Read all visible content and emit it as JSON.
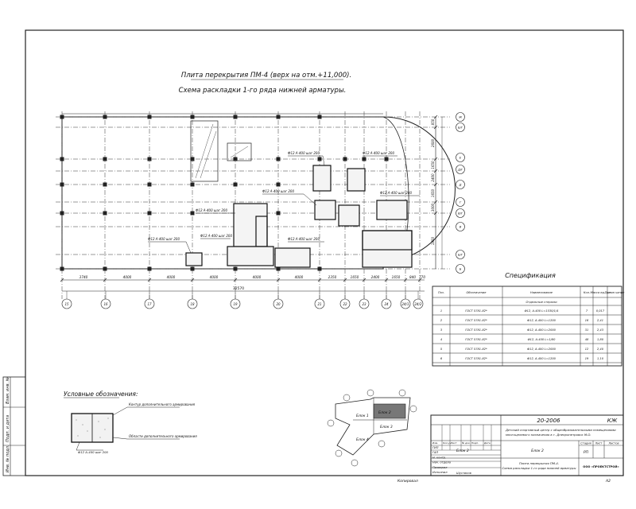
{
  "title": {
    "line1": "Плита перекрытия ПМ-4 (верх на отм.+11,000).",
    "line2": "Схема раскладки 1-го ряда нижней арматуры."
  },
  "grid_columns": [
    "15",
    "16",
    "17",
    "18",
    "19",
    "20",
    "21",
    "22",
    "23",
    "24",
    "24/1",
    "24/2"
  ],
  "grid_rows": [
    "Ж",
    "Б/Г",
    "Е",
    "Д/Г",
    "Д",
    "Г",
    "В/Г",
    "В",
    "Б/Г",
    "Б"
  ],
  "dimensions_bottom": [
    "3740",
    "4000",
    "4000",
    "4000",
    "4000",
    "4000",
    "2350",
    "1650",
    "2400",
    "1650",
    "840",
    "770"
  ],
  "dimension_total": "32570",
  "dimensions_right": [
    "850",
    "2600",
    "1650",
    "2400",
    "1650",
    "3000",
    "1850"
  ],
  "rebar_label": "Ф12 А-400 шаг 200",
  "spec": {
    "title": "Спецификация",
    "headers": [
      "Поз.",
      "Обозначение",
      "Наименование",
      "Кол.",
      "Масса ед., кг",
      "Приме-чание"
    ],
    "group": "Отдельные стержни",
    "rows": [
      {
        "pos": "1",
        "doc": "ГОСТ 5781-82*",
        "name": "Ф12, А-400 L=1530/1/4",
        "qty": "7",
        "mass": "0,017"
      },
      {
        "pos": "2",
        "doc": "ГОСТ 5781-82*",
        "name": "Ф12, А-400 L=1200",
        "qty": "16",
        "mass": "2,41"
      },
      {
        "pos": "3",
        "doc": "ГОСТ 5781-82*",
        "name": "Ф12, А-400 L=2000",
        "qty": "31",
        "mass": "2,43"
      },
      {
        "pos": "4",
        "doc": "ГОСТ 5781-82*",
        "name": "Ф12, А-400 L=1/80",
        "qty": "48",
        "mass": "1,80"
      },
      {
        "pos": "5",
        "doc": "ГОСТ 5781-82*",
        "name": "Ф12, А-400 L=2000",
        "qty": "12",
        "mass": "2,40"
      },
      {
        "pos": "6",
        "doc": "ГОСТ 5781-82*",
        "name": "Ф12, А-400 L=1200",
        "qty": "19",
        "mass": "1,10"
      }
    ]
  },
  "legend": {
    "title": "Условные обозначения:",
    "item1": "Контур дополнительного армирования",
    "item2": "Области дополнительного армирования",
    "bar": "Ф12 А-400 шаг 200"
  },
  "keyplan": {
    "blocks": [
      "Блок 1",
      "Блок 2",
      "Блок 3",
      "Блок 4"
    ],
    "label": "Блок 2"
  },
  "stamp": {
    "code": "20-2006",
    "mark": "КЖ",
    "project": "Детский спортивный центр с общеобразовательными помещениями многоцелевого назначения в г. Днепропетровск М.О.",
    "block": "Блок 2",
    "stage_h": "Стадия",
    "sheet_h": "Лист",
    "sheets_h": "Листов",
    "stage": "РП",
    "drawing": "Плита перекрытия ПМ-4. Схема раскладки 1-го ряда нижней арматуры",
    "company": "ООО «ПРОЕКТСТРОЙ»",
    "roles": [
      "ГИП",
      "ГАП",
      "Н. контр.",
      "Нач. отдела",
      "Проверил",
      "Исполнил"
    ],
    "person": "Шустиков",
    "col_heads": [
      "Изм.",
      "Кол.уч",
      "Лист",
      "№ док.",
      "Подп.",
      "Дата"
    ]
  },
  "footer": {
    "format_label": "Копировал",
    "format": "А2"
  },
  "side_stamp": [
    "Инв. № подл.",
    "Подп. и дата",
    "Взам. инв. №"
  ]
}
